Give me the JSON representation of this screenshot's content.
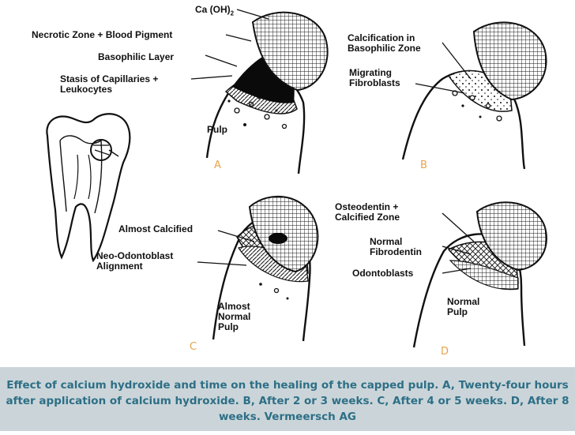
{
  "labels": {
    "a_caoh2": "Ca (OH)",
    "a_caoh2_sub": "2",
    "a_necrotic": "Necrotic Zone + Blood Pigment",
    "a_basophilic": "Basophilic Layer",
    "a_stasis_1": "Stasis of Capillaries +",
    "a_stasis_2": "Leukocytes",
    "a_pulp": "Pulp",
    "b_calc_1": "Calcification in",
    "b_calc_2": "Basophilic Zone",
    "b_migr_1": "Migrating",
    "b_migr_2": "Fibroblasts",
    "c_almost_calc": "Almost Calcified",
    "c_neo_1": "Neo-Odontoblast",
    "c_neo_2": "Alignment",
    "c_pulp_1": "Almost",
    "c_pulp_2": "Normal",
    "c_pulp_3": "Pulp",
    "d_osteo_1": "Osteodentin +",
    "d_osteo_2": "Calcified Zone",
    "d_fibro_1": "Normal",
    "d_fibro_2": "Fibrodentin",
    "d_odonto": "Odontoblasts",
    "d_pulp_1": "Normal",
    "d_pulp_2": "Pulp"
  },
  "panels": [
    "A",
    "B",
    "C",
    "D"
  ],
  "caption": "Effect of calcium hydroxide and time on the healing of the capped pulp. A, Twenty-four hours after application of calcium hydroxide. B, After 2 or 3 weeks. C, After 4 or 5 weeks. D, After 8 weeks. Vermeersch AG",
  "colors": {
    "caption_bg": "#cbd5d9",
    "caption_text": "#2d6f86",
    "panel_letter": "#e8a24a"
  }
}
